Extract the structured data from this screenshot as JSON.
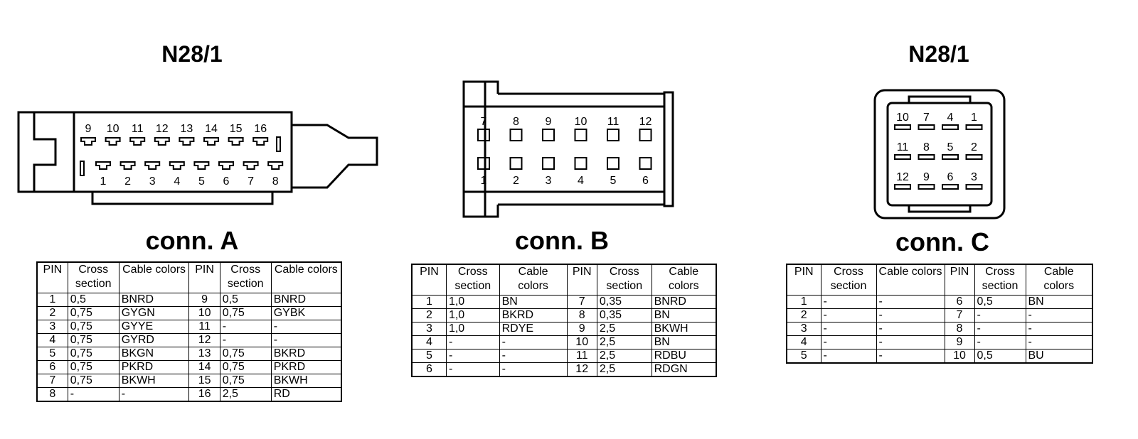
{
  "titles": {
    "left": "N28/1",
    "right": "N28/1"
  },
  "headers": {
    "pin": "PIN",
    "cross": "Cross section",
    "colors": "Cable colors"
  },
  "connectors": [
    {
      "name": "conn. A",
      "rows": [
        {
          "pin1": "1",
          "cs1": "0,5",
          "col1": "BNRD",
          "pin2": "9",
          "cs2": "0,5",
          "col2": "BNRD"
        },
        {
          "pin1": "2",
          "cs1": "0,75",
          "col1": "GYGN",
          "pin2": "10",
          "cs2": "0,75",
          "col2": "GYBK"
        },
        {
          "pin1": "3",
          "cs1": "0,75",
          "col1": "GYYE",
          "pin2": "11",
          "cs2": "-",
          "col2": "-"
        },
        {
          "pin1": "4",
          "cs1": "0,75",
          "col1": "GYRD",
          "pin2": "12",
          "cs2": "-",
          "col2": "-"
        },
        {
          "pin1": "5",
          "cs1": "0,75",
          "col1": "BKGN",
          "pin2": "13",
          "cs2": "0,75",
          "col2": "BKRD"
        },
        {
          "pin1": "6",
          "cs1": "0,75",
          "col1": "PKRD",
          "pin2": "14",
          "cs2": "0,75",
          "col2": "PKRD"
        },
        {
          "pin1": "7",
          "cs1": "0,75",
          "col1": "BKWH",
          "pin2": "15",
          "cs2": "0,75",
          "col2": "BKWH"
        },
        {
          "pin1": "8",
          "cs1": "-",
          "col1": "-",
          "pin2": "16",
          "cs2": "2,5",
          "col2": "RD"
        }
      ],
      "diagram": {
        "top_pins": [
          "9",
          "10",
          "11",
          "12",
          "13",
          "14",
          "15",
          "16"
        ],
        "bottom_pins": [
          "1",
          "2",
          "3",
          "4",
          "5",
          "6",
          "7",
          "8"
        ]
      }
    },
    {
      "name": "conn. B",
      "rows": [
        {
          "pin1": "1",
          "cs1": "1,0",
          "col1": "BN",
          "pin2": "7",
          "cs2": "0,35",
          "col2": "BNRD"
        },
        {
          "pin1": "2",
          "cs1": "1,0",
          "col1": "BKRD",
          "pin2": "8",
          "cs2": "0,35",
          "col2": "BN"
        },
        {
          "pin1": "3",
          "cs1": "1,0",
          "col1": "RDYE",
          "pin2": "9",
          "cs2": "2,5",
          "col2": "BKWH"
        },
        {
          "pin1": "4",
          "cs1": "-",
          "col1": "-",
          "pin2": "10",
          "cs2": "2,5",
          "col2": "BN"
        },
        {
          "pin1": "5",
          "cs1": "-",
          "col1": "-",
          "pin2": "11",
          "cs2": "2,5",
          "col2": "RDBU"
        },
        {
          "pin1": "6",
          "cs1": "-",
          "col1": "-",
          "pin2": "12",
          "cs2": "2,5",
          "col2": "RDGN"
        }
      ],
      "diagram": {
        "top_pins": [
          "7",
          "8",
          "9",
          "10",
          "11",
          "12"
        ],
        "bottom_pins": [
          "1",
          "2",
          "3",
          "4",
          "5",
          "6"
        ]
      }
    },
    {
      "name": "conn. C",
      "rows": [
        {
          "pin1": "1",
          "cs1": "-",
          "col1": "-",
          "pin2": "6",
          "cs2": "0,5",
          "col2": "BN"
        },
        {
          "pin1": "2",
          "cs1": "-",
          "col1": "-",
          "pin2": "7",
          "cs2": "-",
          "col2": "-"
        },
        {
          "pin1": "3",
          "cs1": "-",
          "col1": "-",
          "pin2": "8",
          "cs2": "-",
          "col2": "-"
        },
        {
          "pin1": "4",
          "cs1": "-",
          "col1": "-",
          "pin2": "9",
          "cs2": "-",
          "col2": "-"
        },
        {
          "pin1": "5",
          "cs1": "-",
          "col1": "-",
          "pin2": "10",
          "cs2": "0,5",
          "col2": "BU"
        }
      ],
      "diagram": {
        "rows": [
          [
            "10",
            "7",
            "4",
            "1"
          ],
          [
            "11",
            "8",
            "5",
            "2"
          ],
          [
            "12",
            "9",
            "6",
            "3"
          ]
        ]
      }
    }
  ]
}
